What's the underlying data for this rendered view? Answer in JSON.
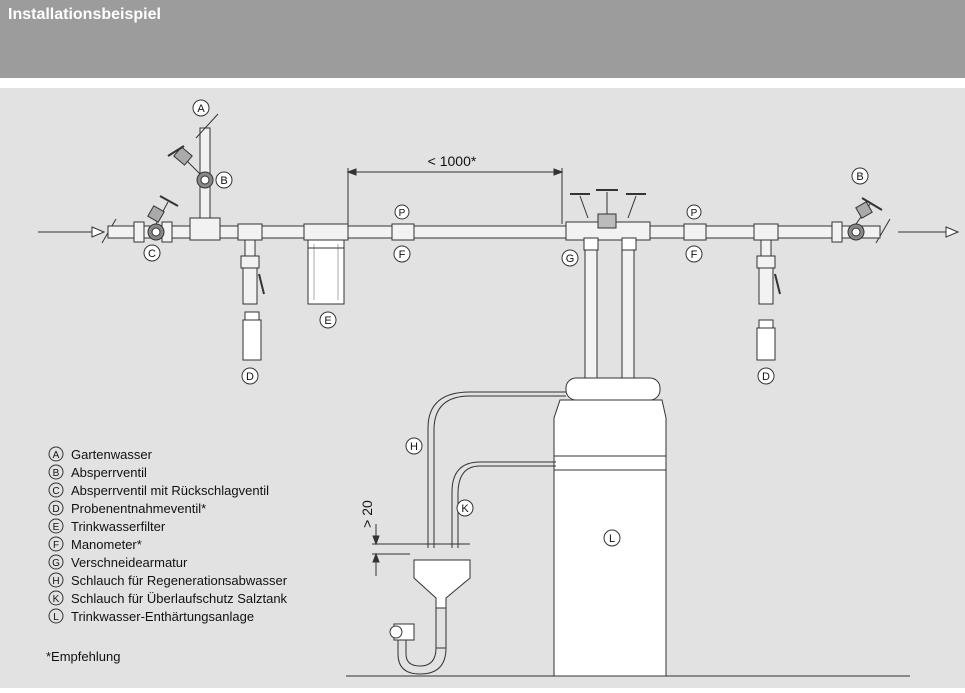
{
  "header": {
    "title": "Installationsbeispiel"
  },
  "diagram": {
    "dimension_top": "< 1000*",
    "dimension_side": "> 20",
    "markers": {
      "A": "A",
      "B": "B",
      "C": "C",
      "D": "D",
      "E": "E",
      "F": "F",
      "G": "G",
      "H": "H",
      "K": "K",
      "L": "L",
      "P": "P"
    }
  },
  "legend": {
    "items": [
      {
        "letter": "A",
        "text": "Gartenwasser"
      },
      {
        "letter": "B",
        "text": "Absperrventil"
      },
      {
        "letter": "C",
        "text": "Absperrventil mit Rückschlagventil"
      },
      {
        "letter": "D",
        "text": "Probenentnahmeventil*"
      },
      {
        "letter": "E",
        "text": "Trinkwasserfilter"
      },
      {
        "letter": "F",
        "text": "Manometer*"
      },
      {
        "letter": "G",
        "text": "Verschneidearmatur"
      },
      {
        "letter": "H",
        "text": "Schlauch für Regenerationsabwasser"
      },
      {
        "letter": "K",
        "text": "Schlauch für Überlaufschutz Salztank"
      },
      {
        "letter": "L",
        "text": "Trinkwasser-Enthärtungsanlage"
      }
    ],
    "footnote": "*Empfehlung"
  }
}
